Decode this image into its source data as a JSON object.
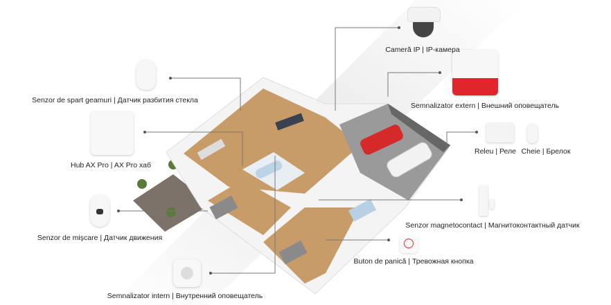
{
  "devices": {
    "camera": {
      "label": "Cameră IP | IP-камера"
    },
    "external_siren": {
      "label": "Semnalizator extern | Внешний оповещатель"
    },
    "glass_break": {
      "label": "Senzor de spart geamuri | Датчик разбития стекла"
    },
    "hub": {
      "label": "Hub AX Pro | AX Pro хаб"
    },
    "relay": {
      "label": "Releu | Реле"
    },
    "keyfob": {
      "label": "Cheie | Брелок"
    },
    "motion": {
      "label": "Senzor de mişcare | Датчик движения"
    },
    "magnetic": {
      "label": "Senzor magnetocontact | Магнитоконтактный датчик"
    },
    "panic": {
      "label": "Buton de panică | Тревожная кнопка"
    },
    "internal_siren": {
      "label": "Semnalizator intern | Внутренний оповещатель"
    }
  },
  "colors": {
    "siren_red": "#e0262c",
    "car_red": "#d42a2a",
    "floor_wood": "#c89c68",
    "line": "#777777"
  }
}
